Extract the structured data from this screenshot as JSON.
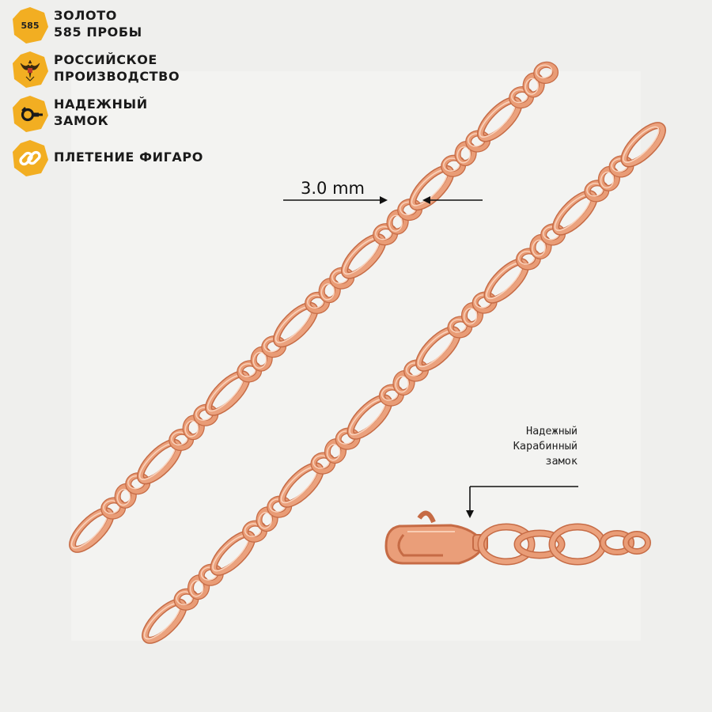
{
  "features": [
    {
      "badge": "585",
      "icon": "",
      "line1": "ЗОЛОТО",
      "line2": "585 ПРОБЫ"
    },
    {
      "badge": "",
      "icon": "eagle-emblem-icon",
      "line1": "РОССИЙСКОЕ",
      "line2": "ПРОИЗВОДСТВО"
    },
    {
      "badge": "",
      "icon": "lock-clasp-icon",
      "line1": "НАДЕЖНЫЙ",
      "line2": "ЗАМОК"
    },
    {
      "badge": "",
      "icon": "chain-link-icon",
      "line1": "ПЛЕТЕНИЕ ФИГАРО",
      "line2": ""
    }
  ],
  "measurement": {
    "label": "3.0 mm"
  },
  "clasp_note": {
    "line1": "Надежный",
    "line2": "Карабинный",
    "line3": "замок"
  },
  "colors": {
    "badge": "#f2ae22",
    "gold": "#e79a74",
    "gold_dark": "#c66b45",
    "gold_light": "#f8c9ad"
  }
}
